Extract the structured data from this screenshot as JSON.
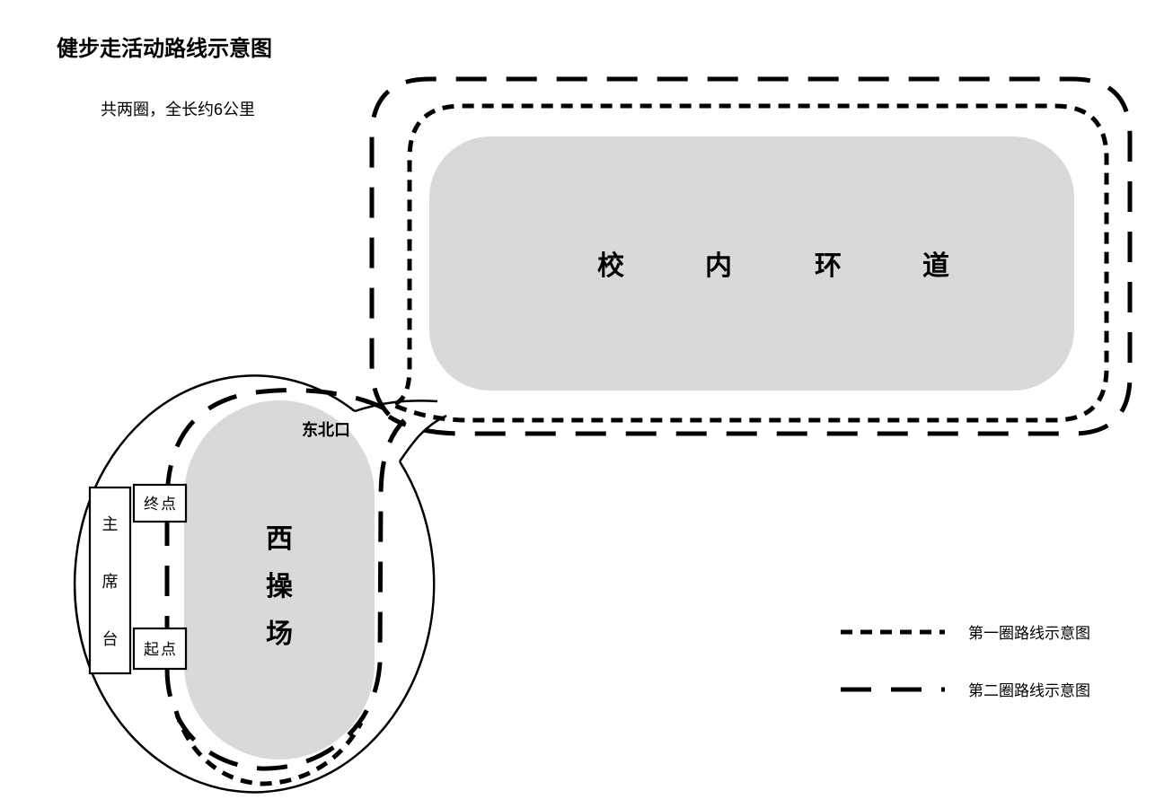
{
  "page": {
    "title": "健步走活动路线示意图",
    "subtitle": "共两圈，全长约6公里"
  },
  "campus_ring": {
    "chars": [
      "校",
      "内",
      "环",
      "道"
    ]
  },
  "playground": {
    "chars": [
      "西",
      "操",
      "场"
    ]
  },
  "rostrum": {
    "chars": [
      "主",
      "席",
      "台"
    ]
  },
  "markers": {
    "finish": "终点",
    "start": "起点",
    "gate": "东北口"
  },
  "legend": {
    "items": [
      {
        "label": "第一圈路线示意图",
        "style": "short-dash"
      },
      {
        "label": "第二圈路线示意图",
        "style": "long-dash"
      }
    ]
  },
  "colors": {
    "area_fill": "#d9d9d9",
    "line": "#000000",
    "background": "#ffffff"
  }
}
